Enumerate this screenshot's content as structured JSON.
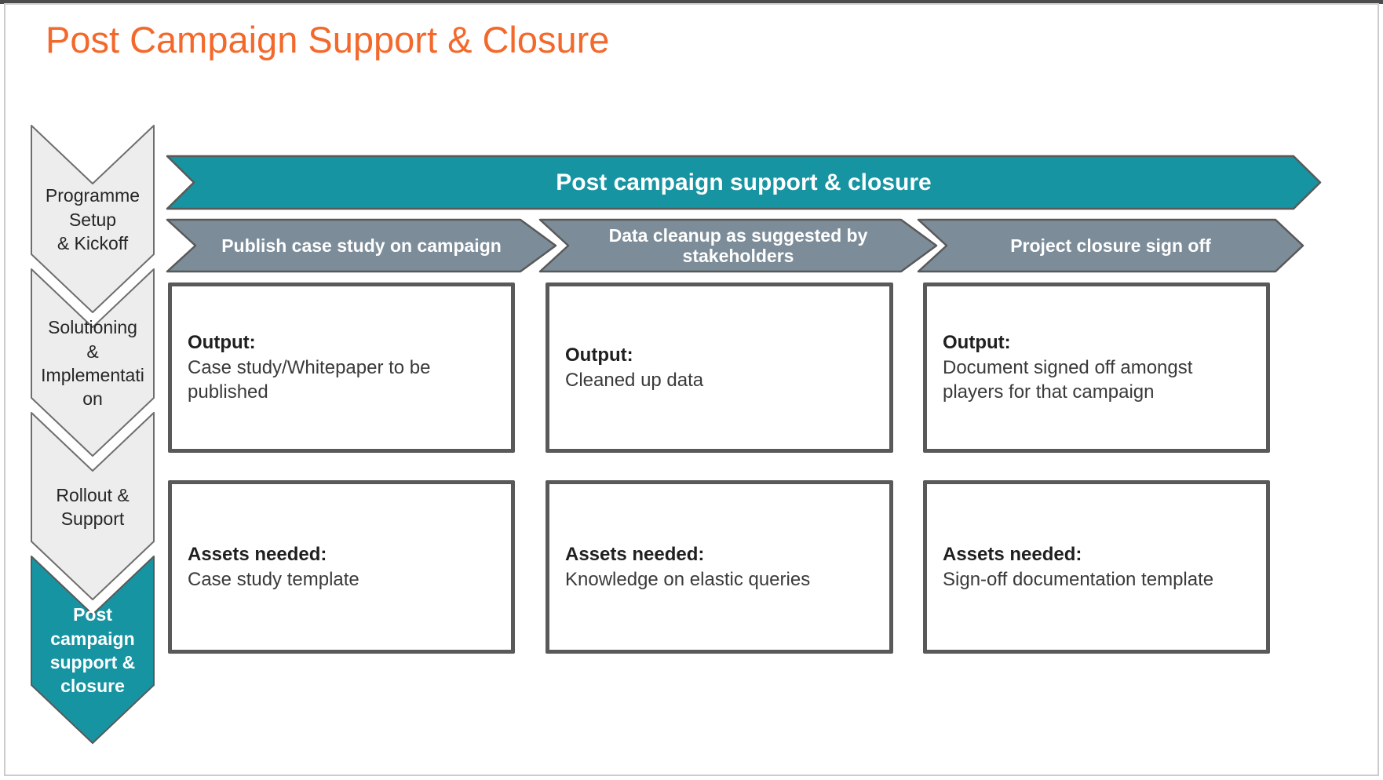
{
  "page_title": "Post Campaign Support & Closure",
  "colors": {
    "title_orange": "#F3692B",
    "teal": "#1794A2",
    "slate_gray": "#7C8D99",
    "chevron_light_gray": "#EDEDED",
    "outline_dark": "#595959",
    "text_dark": "#262626"
  },
  "sidebar_stages": [
    {
      "label": "Programme\nSetup\n& Kickoff",
      "active": false
    },
    {
      "label": "Solutioning\n&\nImplementation",
      "active": false
    },
    {
      "label": "Rollout &\nSupport",
      "active": false
    },
    {
      "label": "Post\ncampaign\nsupport &\nclosure",
      "active": true
    }
  ],
  "banner": {
    "label": "Post campaign support & closure"
  },
  "steps": [
    {
      "header": "Publish case study on campaign",
      "output_label": "Output:",
      "output_text": "Case study/Whitepaper to be published",
      "assets_label": "Assets needed:",
      "assets_text": "Case study template"
    },
    {
      "header": "Data cleanup as suggested by stakeholders",
      "output_label": "Output:",
      "output_text": "Cleaned up data",
      "assets_label": "Assets needed:",
      "assets_text": "Knowledge on elastic queries"
    },
    {
      "header": "Project closure sign off",
      "output_label": "Output:",
      "output_text": "Document signed off amongst players for that campaign",
      "assets_label": "Assets needed:",
      "assets_text": "Sign-off documentation template"
    }
  ]
}
